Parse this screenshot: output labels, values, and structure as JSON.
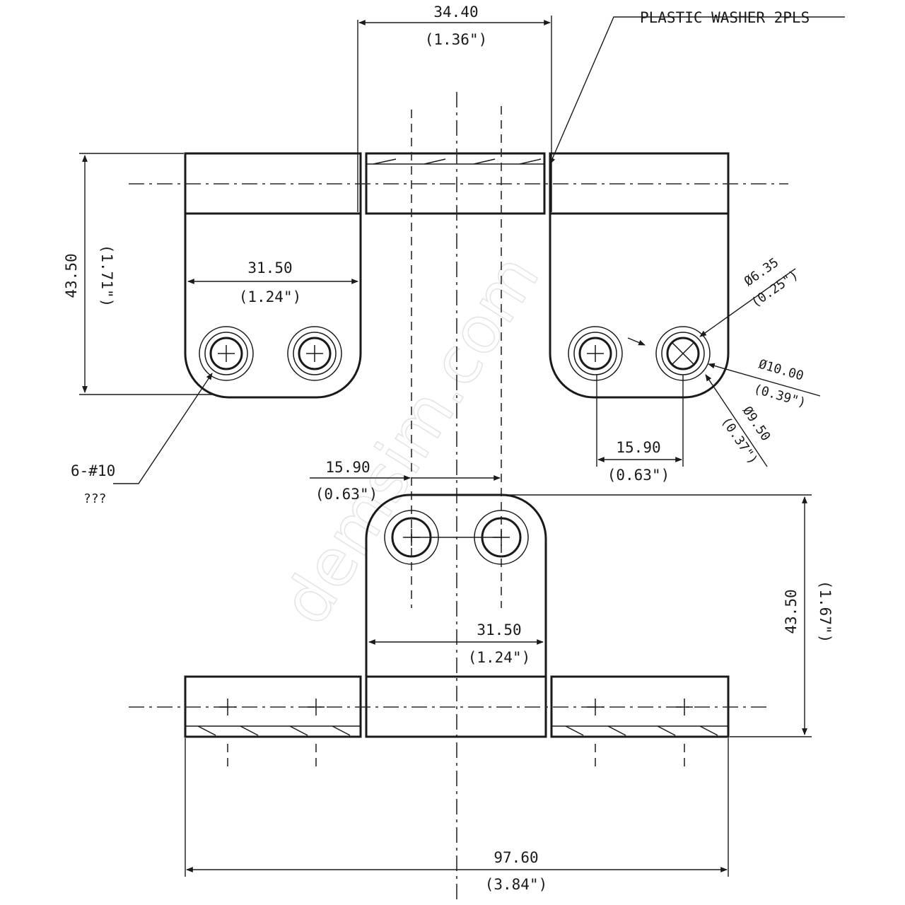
{
  "labels": {
    "washer_note": "PLASTIC WASHER 2PLS",
    "top_width": "34.40",
    "top_width_in": "(1.36\")",
    "left_height": "43.50",
    "left_height_in": "(1.71\")",
    "leaf_width": "31.50",
    "leaf_width_in": "(1.24\")",
    "csk_dia": "Ø6.35",
    "csk_dia_in": "(0.25\")",
    "head_dia": "Ø10.00",
    "head_dia_in": "(0.39\")",
    "hole_dia": "Ø9.50",
    "hole_dia_in": "(0.37\")",
    "hole_pitch_right": "15.90",
    "hole_pitch_right_in": "(0.63\")",
    "screw_note": "6-#10",
    "screw_note2": "???",
    "hole_pitch_mid": "15.90",
    "hole_pitch_mid_in": "(0.63\")",
    "tab_width": "31.50",
    "tab_width_in": "(1.24\")",
    "right_height": "43.50",
    "right_height_in": "(1.67\")",
    "overall_width": "97.60",
    "overall_width_in": "(3.84\")",
    "watermark": "demsim.com"
  }
}
